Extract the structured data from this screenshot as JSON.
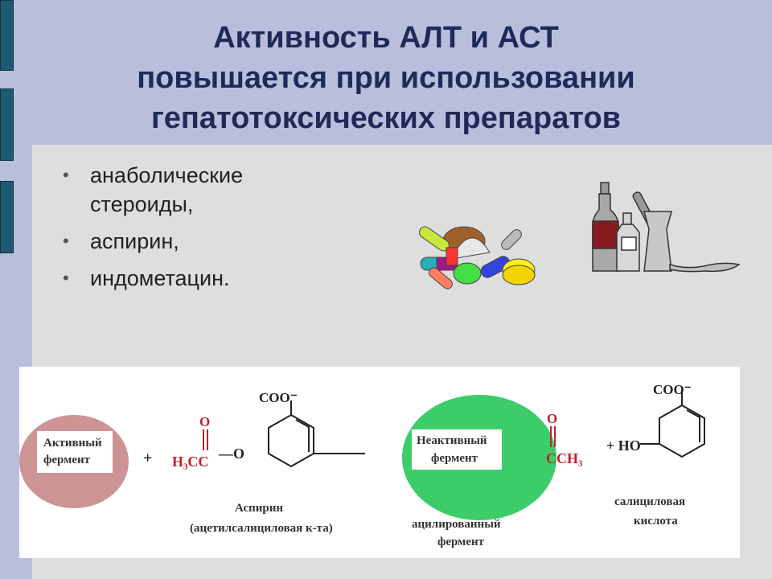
{
  "slide": {
    "title_lines": [
      "Активность АЛТ и АСТ",
      "повышается при использовании",
      "гепатотоксических препаратов"
    ],
    "bullets": [
      "анаболические стероиды,",
      "аспирин,",
      "индометацин."
    ]
  },
  "diagram": {
    "active_enzyme": "Активный фермент",
    "plus1": "+",
    "acetyl_group": "H₃CC",
    "carbonyl_o": "O",
    "ester_o": "—O",
    "coo_top": "COO⁻",
    "aspirin_label": "Аспирин",
    "aspirin_sub": "(ацетилсалициловая к-та)",
    "inactive_enzyme": "Неактивный фермент",
    "acyl_group": "CCH₃",
    "acyl_o": "O",
    "acylated_label": "ацилированный фермент",
    "plus2": "+ HO",
    "coo_right": "COO⁻",
    "salicylic_label": "салициловая кислота"
  },
  "colors": {
    "background": "#b9bedc",
    "panel": "#dedede",
    "title": "#1e2a57",
    "active_enzyme_fill": "#cc9494",
    "inactive_enzyme_fill": "#3ccc6a",
    "chem_red": "#c0202a"
  }
}
